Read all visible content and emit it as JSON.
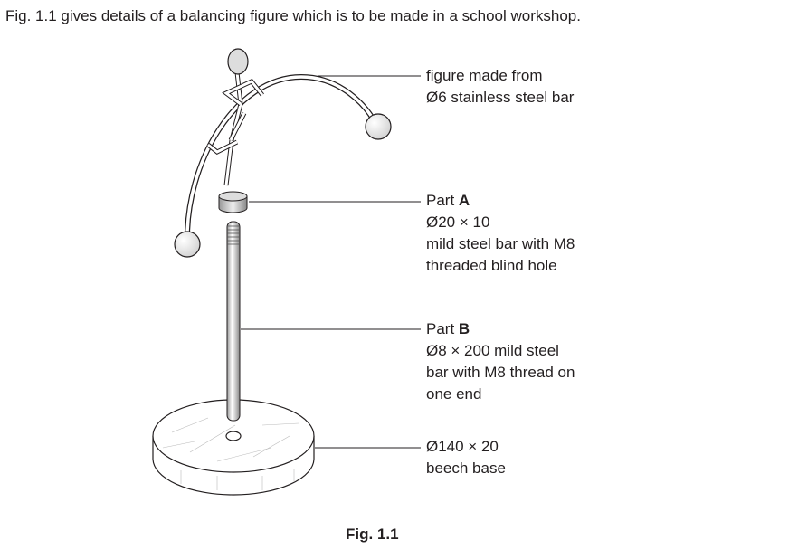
{
  "intro": "Fig. 1.1 gives details of a balancing figure which is to be made in a school workshop.",
  "labels": {
    "figure": {
      "line1": "figure made from",
      "line2": "Ø6 stainless steel bar"
    },
    "part_a": {
      "prefix": "Part ",
      "letter": "A",
      "line2": "Ø20 × 10",
      "line3": "mild steel bar with M8",
      "line4": "threaded blind hole"
    },
    "part_b": {
      "prefix": "Part ",
      "letter": "B",
      "line2": "Ø8 × 200 mild steel",
      "line3": "bar with M8 thread on",
      "line4": "one end"
    },
    "base": {
      "line1": "Ø140 × 20",
      "line2": "beech base"
    }
  },
  "caption": "Fig. 1.1"
}
